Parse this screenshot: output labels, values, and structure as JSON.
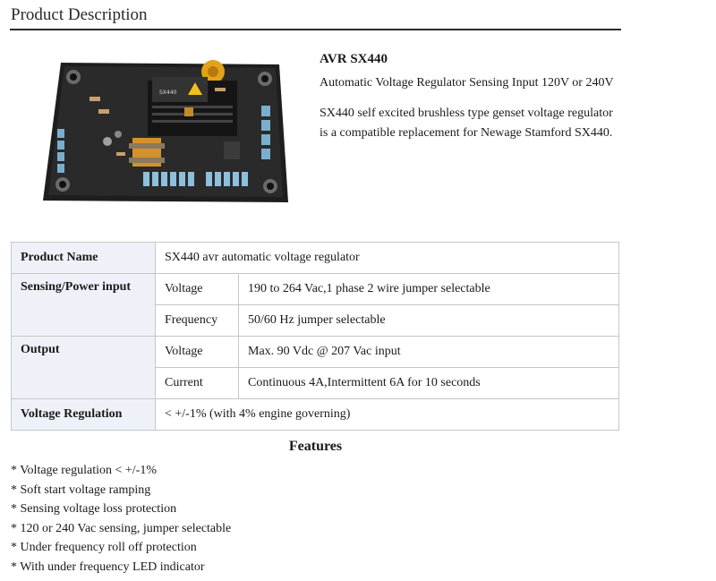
{
  "section": {
    "title": "Product Description"
  },
  "product": {
    "model": "AVR SX440",
    "subtitle": "Automatic Voltage Regulator Sensing Input 120V or 240V",
    "description": "SX440 self excited brushless type genset voltage regulator is a compatible replacement for Newage Stamford SX440.",
    "photo_label": "SX440"
  },
  "spec_table": {
    "product_name": {
      "label": "Product Name",
      "value": "SX440 avr automatic voltage regulator"
    },
    "sensing": {
      "label": "Sensing/Power input",
      "voltage_label": "Voltage",
      "voltage_value": "190 to 264 Vac,1 phase 2 wire jumper selectable",
      "frequency_label": "Frequency",
      "frequency_value": "50/60 Hz jumper selectable"
    },
    "output": {
      "label": "Output",
      "voltage_label": "Voltage",
      "voltage_value": "Max. 90 Vdc @ 207 Vac input",
      "current_label": "Current",
      "current_value": "Continuous 4A,Intermittent 6A for 10 seconds"
    },
    "regulation": {
      "label": "Voltage Regulation",
      "value": "< +/-1% (with 4% engine governing)"
    }
  },
  "features": {
    "title": "Features",
    "items": [
      "* Voltage regulation < +/-1%",
      "* Soft start voltage ramping",
      "* Sensing voltage loss protection",
      "* 120 or 240 Vac sensing, jumper selectable",
      "* Under frequency roll off protection",
      "* With under frequency LED indicator"
    ]
  }
}
